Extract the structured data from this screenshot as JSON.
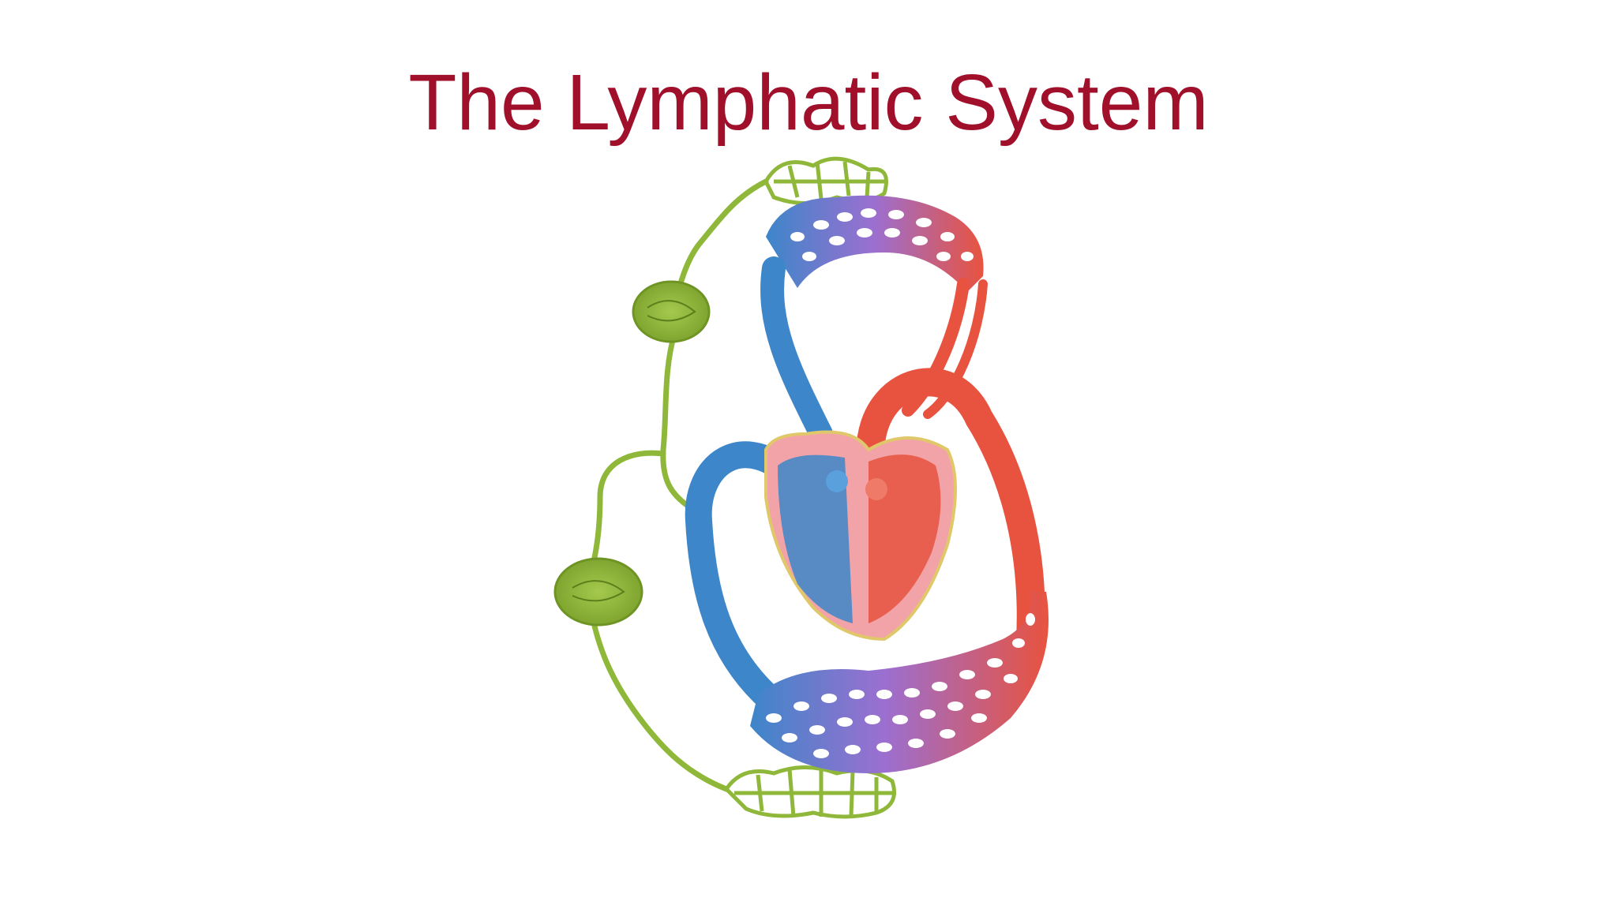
{
  "slide": {
    "title": "The Lymphatic System"
  },
  "colors": {
    "title": "#a1102b",
    "lymph": "#8fb83a",
    "lymph_node": "#7ea52c",
    "vein": "#3d86c9",
    "artery": "#e8533f",
    "capillary_mix": "#9c6fd0",
    "heart_wall": "#f2a3a8",
    "heart_outline": "#e0c86a"
  },
  "diagram": {
    "structures": [
      "lymphatic-capillaries-upper",
      "lymph-node-upper",
      "lymph-node-lower",
      "lymphatic-capillaries-lower",
      "systemic-capillary-bed",
      "pulmonary-capillary-bed",
      "vena-cava",
      "aorta",
      "heart"
    ]
  }
}
